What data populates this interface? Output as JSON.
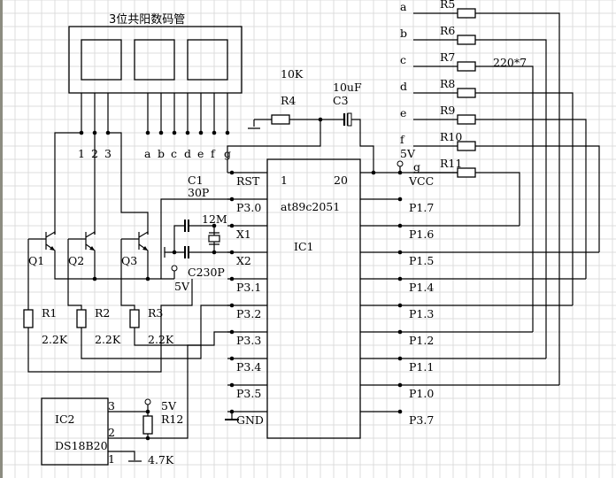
{
  "display": {
    "title": "3位共阳数码管",
    "digit_pins": [
      "1",
      "2",
      "3"
    ],
    "segment_pins": [
      "a",
      "b",
      "c",
      "d",
      "e",
      "f",
      "g"
    ]
  },
  "transistors": [
    {
      "label": "Q1"
    },
    {
      "label": "Q2"
    },
    {
      "label": "Q3"
    }
  ],
  "base_resistors": [
    {
      "label": "R1",
      "value": "2.2K"
    },
    {
      "label": "R2",
      "value": "2.2K"
    },
    {
      "label": "R3",
      "value": "2.2K"
    }
  ],
  "reset": {
    "resistor_label": "R4",
    "resistor_value": "10K",
    "cap_label": "C3",
    "cap_value": "10uF"
  },
  "crystal": {
    "freq": "12M",
    "c1_label": "C1",
    "c1_value": "30P",
    "c2_label": "C230P",
    "supply": "5V"
  },
  "ic1": {
    "name": "IC1",
    "part": "at89c2051",
    "pin1": "1",
    "pin20": "20",
    "left_pins": [
      "RST",
      "P3.0",
      "X1",
      "X2",
      "P3.1",
      "P3.2",
      "P3.3",
      "P3.4",
      "P3.5",
      "GND"
    ],
    "right_pins": [
      "VCC",
      "P1.7",
      "P1.6",
      "P1.5",
      "P1.4",
      "P1.3",
      "P1.2",
      "P1.1",
      "P1.0",
      "P3.7"
    ],
    "vcc_supply": "5V"
  },
  "segment_resistors": {
    "value": "220*7",
    "rows": [
      {
        "seg": "a",
        "label": "R5"
      },
      {
        "seg": "b",
        "label": "R6"
      },
      {
        "seg": "c",
        "label": "R7"
      },
      {
        "seg": "d",
        "label": "R8"
      },
      {
        "seg": "e",
        "label": "R9"
      },
      {
        "seg": "f",
        "label": "R10"
      },
      {
        "seg": "g",
        "label": "R11"
      }
    ],
    "seg_a_color": "#c00000"
  },
  "sensor": {
    "name": "IC2",
    "part": "DS18B20",
    "pins": [
      "3",
      "2",
      "1"
    ],
    "pullup_label": "R12",
    "pullup_value": "4.7K",
    "supply": "5V"
  },
  "colors": {
    "wire": "#000000",
    "grid": "#dcdcdc",
    "border": "#8c8c80"
  }
}
